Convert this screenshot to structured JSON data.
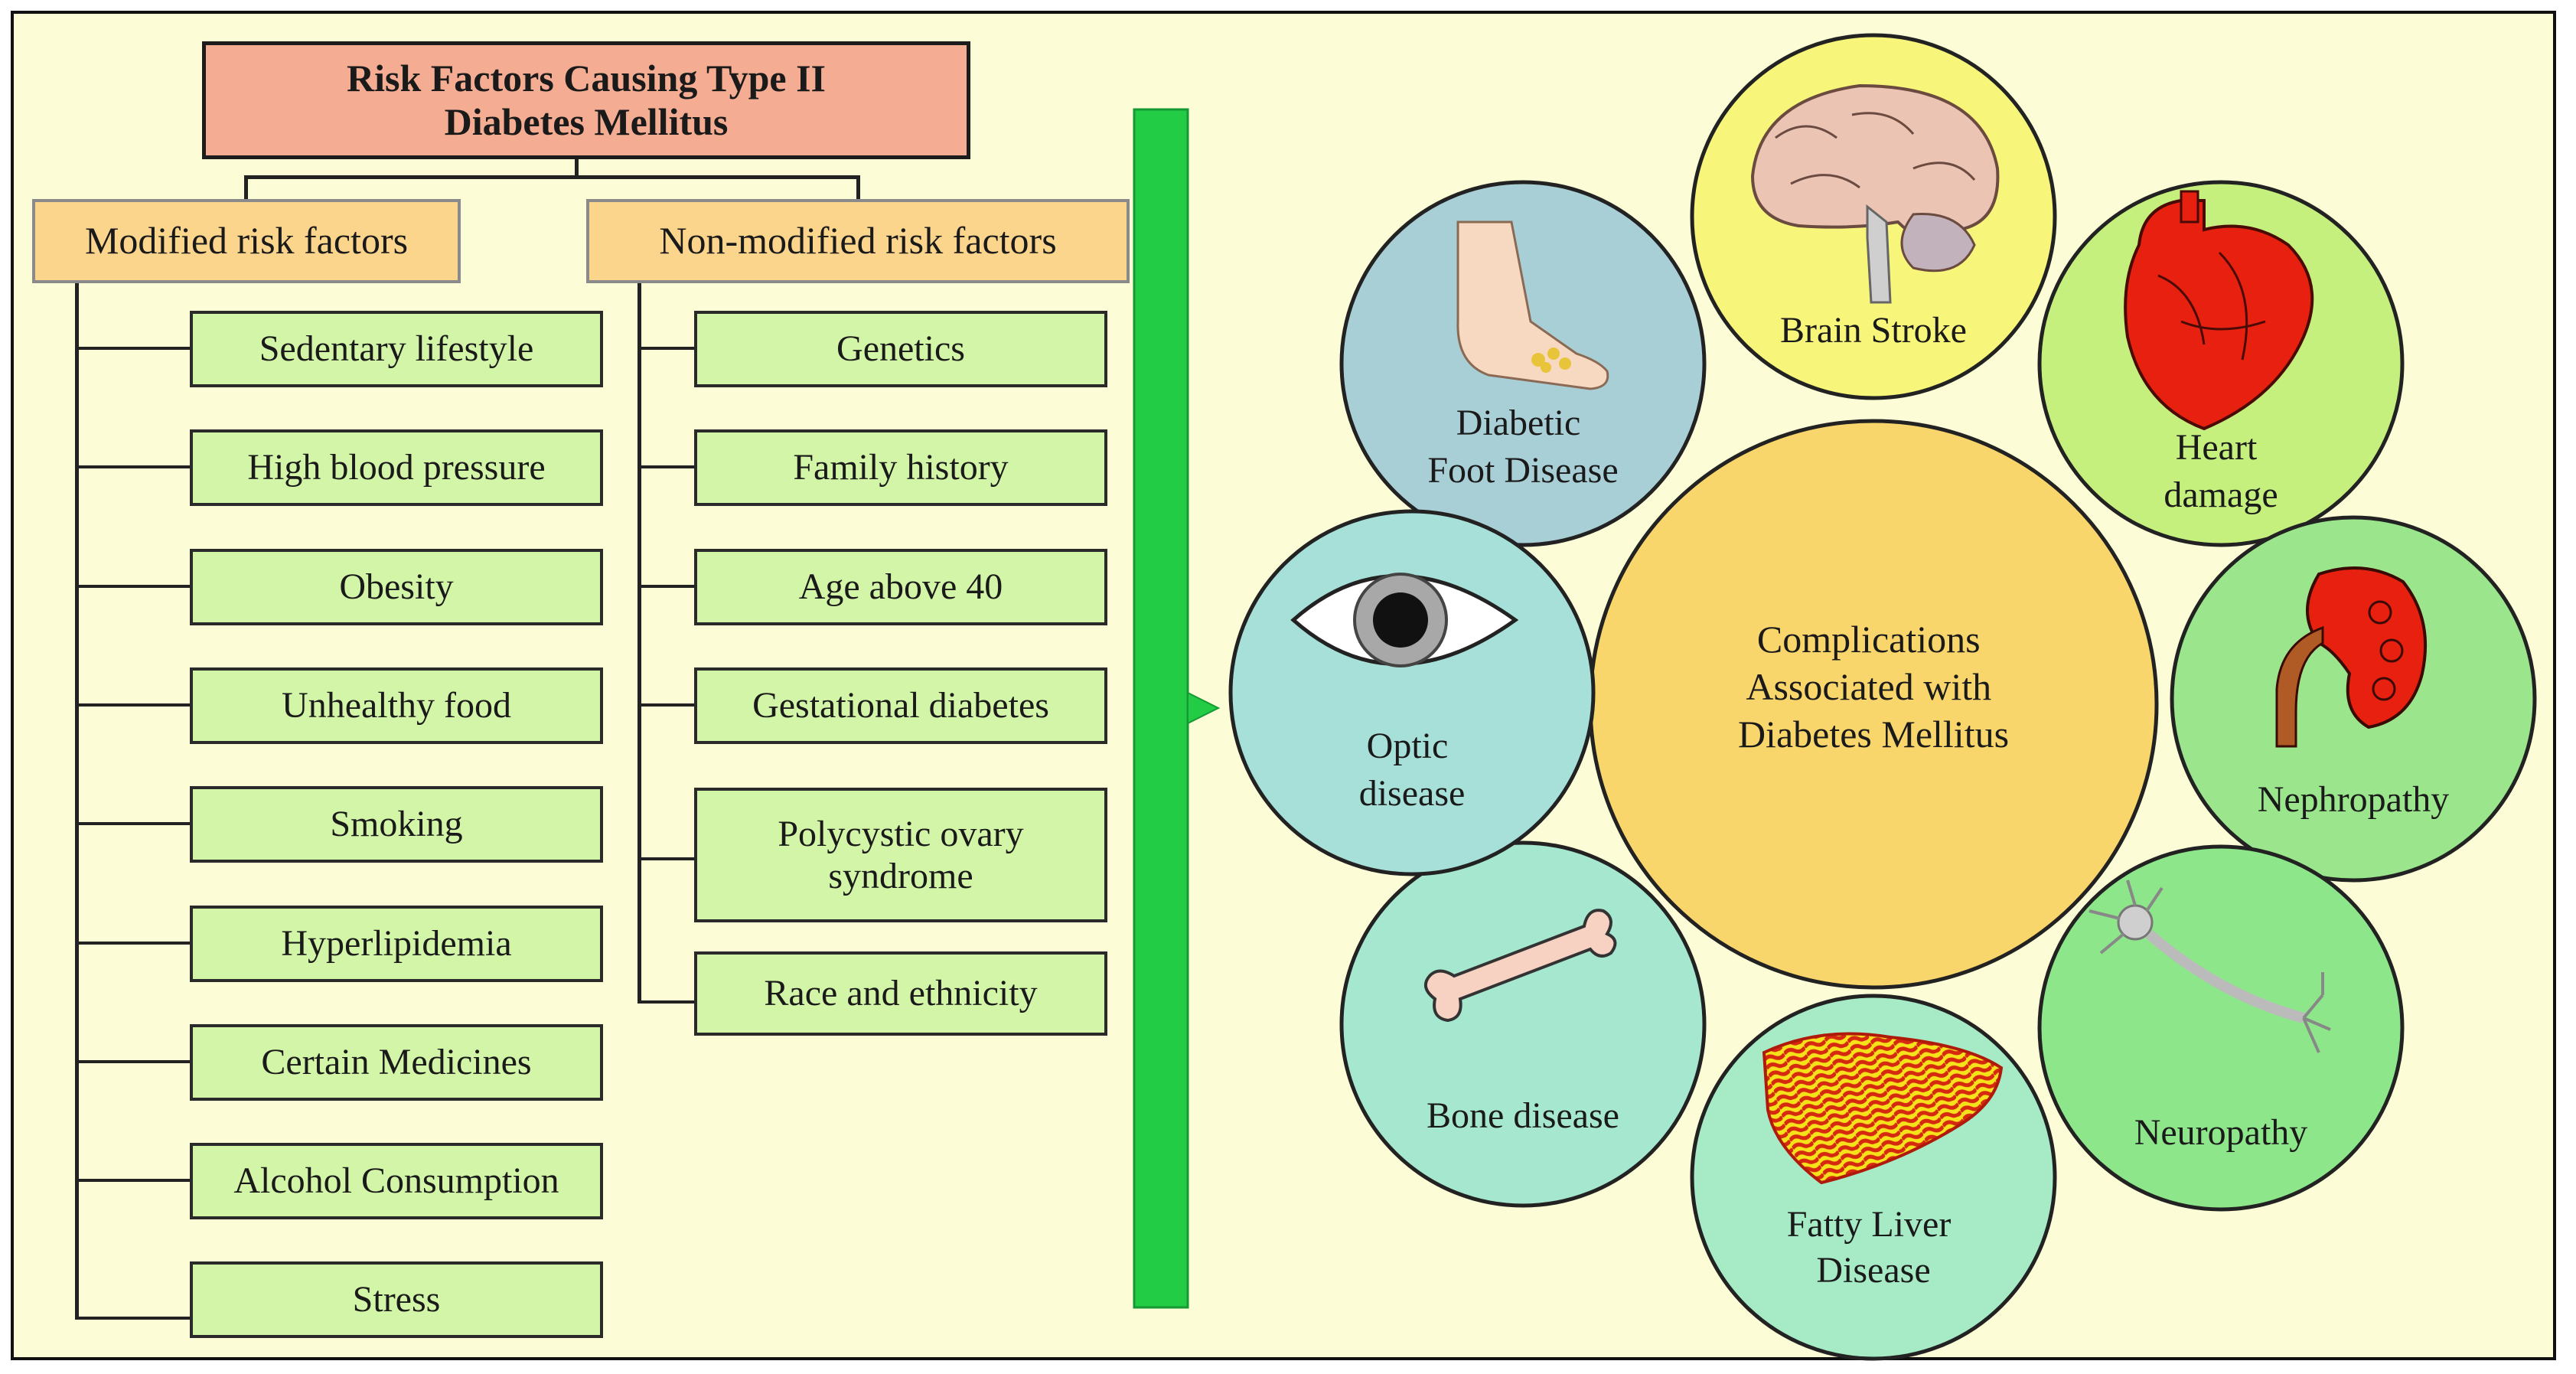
{
  "risk_factors": {
    "title": "Risk Factors Causing  Type II Diabetes Mellitus",
    "modified": {
      "label": "Modified risk factors",
      "items": [
        "Sedentary lifestyle",
        "High blood pressure",
        "Obesity",
        "Unhealthy food",
        "Smoking",
        "Hyperlipidemia",
        "Certain Medicines",
        "Alcohol Consumption",
        "Stress"
      ]
    },
    "non_modified": {
      "label": "Non-modified risk factors",
      "items": [
        "Genetics",
        "Family history",
        "Age above 40",
        "Gestational diabetes",
        "Polycystic ovary syndrome",
        "Race and ethnicity"
      ]
    }
  },
  "complications": {
    "center_label": "Complications Associated with Diabetes Mellitus",
    "items": [
      {
        "label": "Brain Stroke",
        "icon": "brain-icon"
      },
      {
        "label": "Heart damage",
        "icon": "heart-icon"
      },
      {
        "label": "Nephropathy",
        "icon": "kidney-icon"
      },
      {
        "label": "Neuropathy",
        "icon": "neuron-icon"
      },
      {
        "label": "Fatty Liver Disease",
        "icon": "liver-icon"
      },
      {
        "label": "Bone disease",
        "icon": "bone-icon"
      },
      {
        "label": "Optic disease",
        "icon": "eye-icon"
      },
      {
        "label": "Diabetic Foot Disease",
        "icon": "foot-icon"
      }
    ]
  },
  "colors": {
    "background": "#fcfcd6",
    "title_box": "#f4ac92",
    "category_box": "#fcd58d",
    "item_box": "#d3f5a7",
    "arrow": "#22cc44",
    "center_circle": "#f9d66c",
    "organ_red": "#e8200f"
  }
}
